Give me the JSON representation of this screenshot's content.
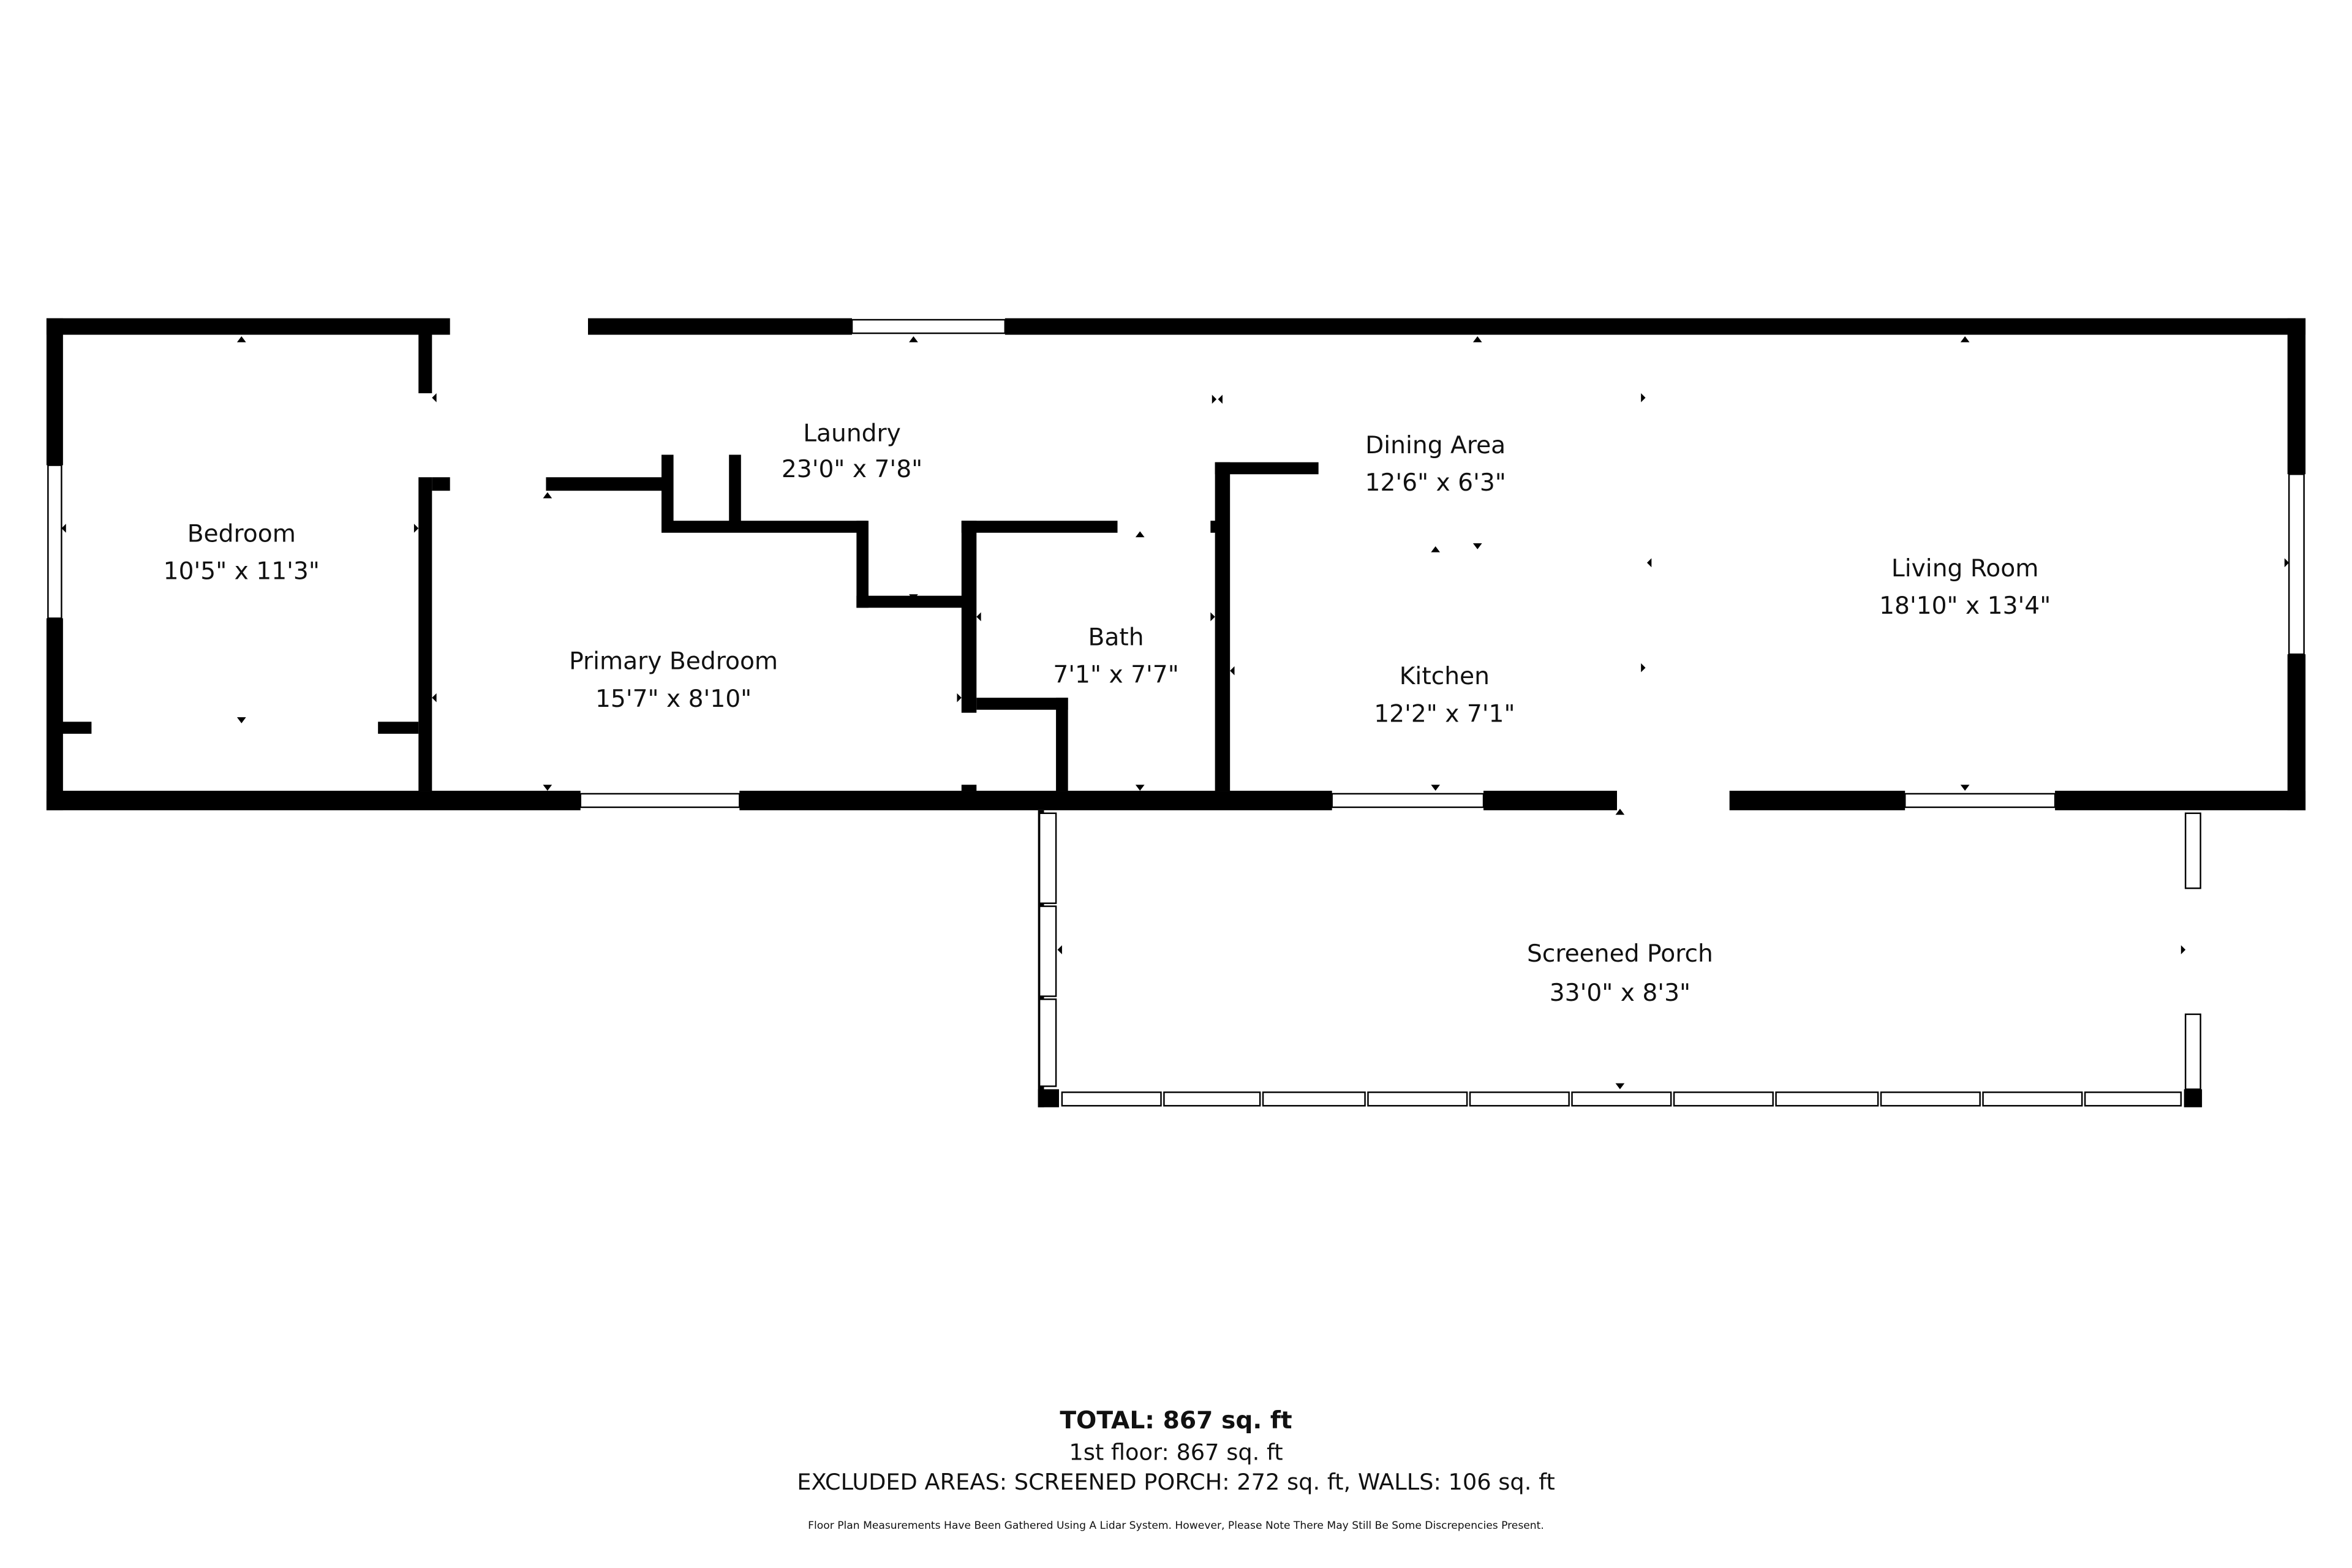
{
  "rooms": [
    {
      "name": "Bedroom",
      "dims": "10'5\" x 11'3\""
    },
    {
      "name": "Laundry",
      "dims": "23'0\" x 7'8\""
    },
    {
      "name": "Primary Bedroom",
      "dims": "15'7\" x 8'10\""
    },
    {
      "name": "Bath",
      "dims": "7'1\" x 7'7\""
    },
    {
      "name": "Dining Area",
      "dims": "12'6\" x 6'3\""
    },
    {
      "name": "Kitchen",
      "dims": "12'2\" x 7'1\""
    },
    {
      "name": "Living Room",
      "dims": "18'10\" x 13'4\""
    },
    {
      "name": "Screened Porch",
      "dims": "33'0\" x 8'3\""
    }
  ],
  "summary": {
    "total": "TOTAL: 867 sq. ft",
    "floor": "1st floor: 867 sq. ft",
    "excluded": "EXCLUDED AREAS: SCREENED PORCH: 272 sq. ft, WALLS: 106 sq. ft",
    "disclaimer": "Floor Plan Measurements Have Been Gathered Using A Lidar System. However, Please Note There May Still Be Some Discrepencies Present."
  }
}
